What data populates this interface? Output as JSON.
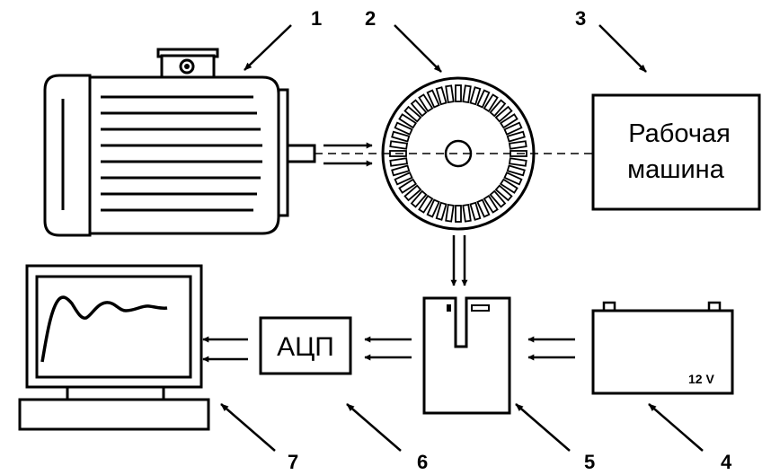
{
  "callouts": [
    "1",
    "2",
    "3",
    "4",
    "5",
    "6",
    "7"
  ],
  "working_machine": {
    "line1": "Рабочая",
    "line2": "машина"
  },
  "adc": {
    "label": "АЦП"
  },
  "battery": {
    "voltage": "12 V"
  }
}
